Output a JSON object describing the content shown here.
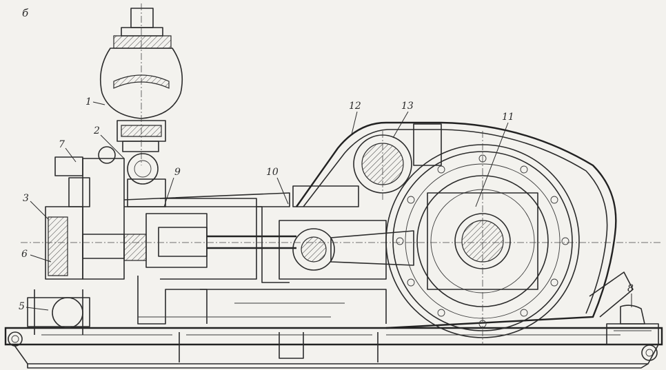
{
  "figure_letter": "б",
  "labels": [
    {
      "id": "1",
      "text": "1"
    },
    {
      "id": "2",
      "text": "2"
    },
    {
      "id": "3",
      "text": "3"
    },
    {
      "id": "5",
      "text": "5"
    },
    {
      "id": "6",
      "text": "6"
    },
    {
      "id": "7",
      "text": "7"
    },
    {
      "id": "8",
      "text": "8"
    },
    {
      "id": "9",
      "text": "9"
    },
    {
      "id": "10",
      "text": "10"
    },
    {
      "id": "11",
      "text": "11"
    },
    {
      "id": "12",
      "text": "12"
    },
    {
      "id": "13",
      "text": "13"
    }
  ],
  "colors": {
    "paper": "#f3f2ee",
    "ink": "#2b2b2b"
  }
}
